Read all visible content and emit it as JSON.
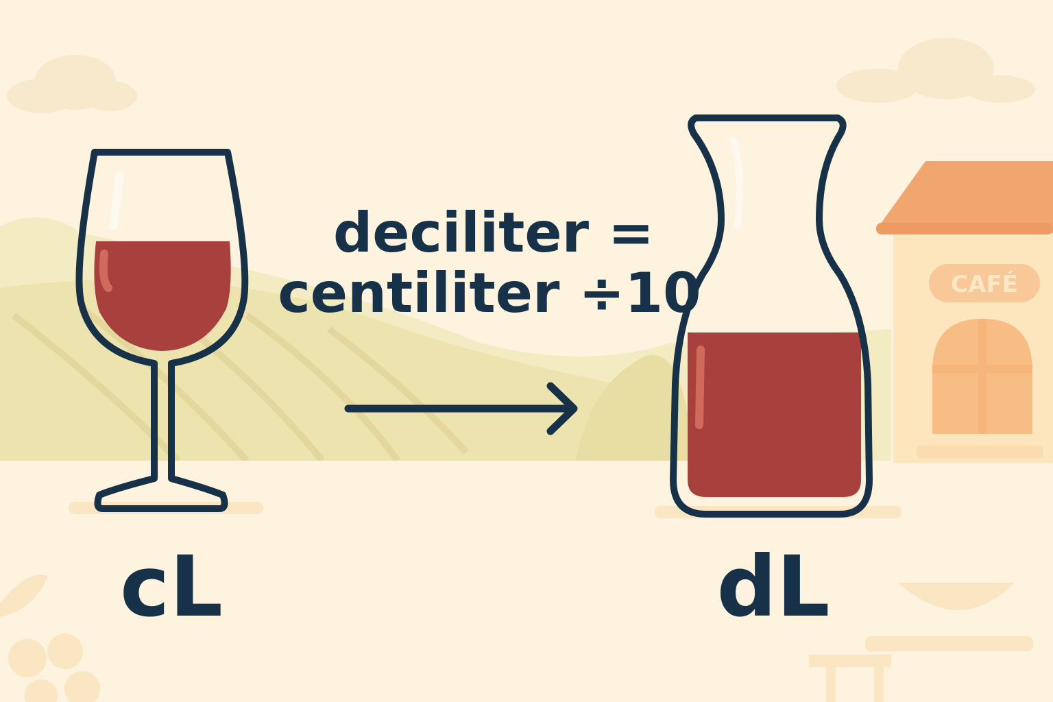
{
  "formula": {
    "line1": "deciliter =",
    "line2": "centiliter ÷10"
  },
  "left_label": "cL",
  "right_label": "dL",
  "cafe_sign": "CAFÉ",
  "icons": [
    "wine-glass-icon",
    "arrow-right-icon",
    "carafe-icon",
    "cafe-building-icon"
  ],
  "colors": {
    "background": "#fdf3df",
    "ink": "#173248",
    "wine": "#a8403d",
    "hills": "#ece3ae",
    "cafe_roof": "#f2a66f"
  }
}
